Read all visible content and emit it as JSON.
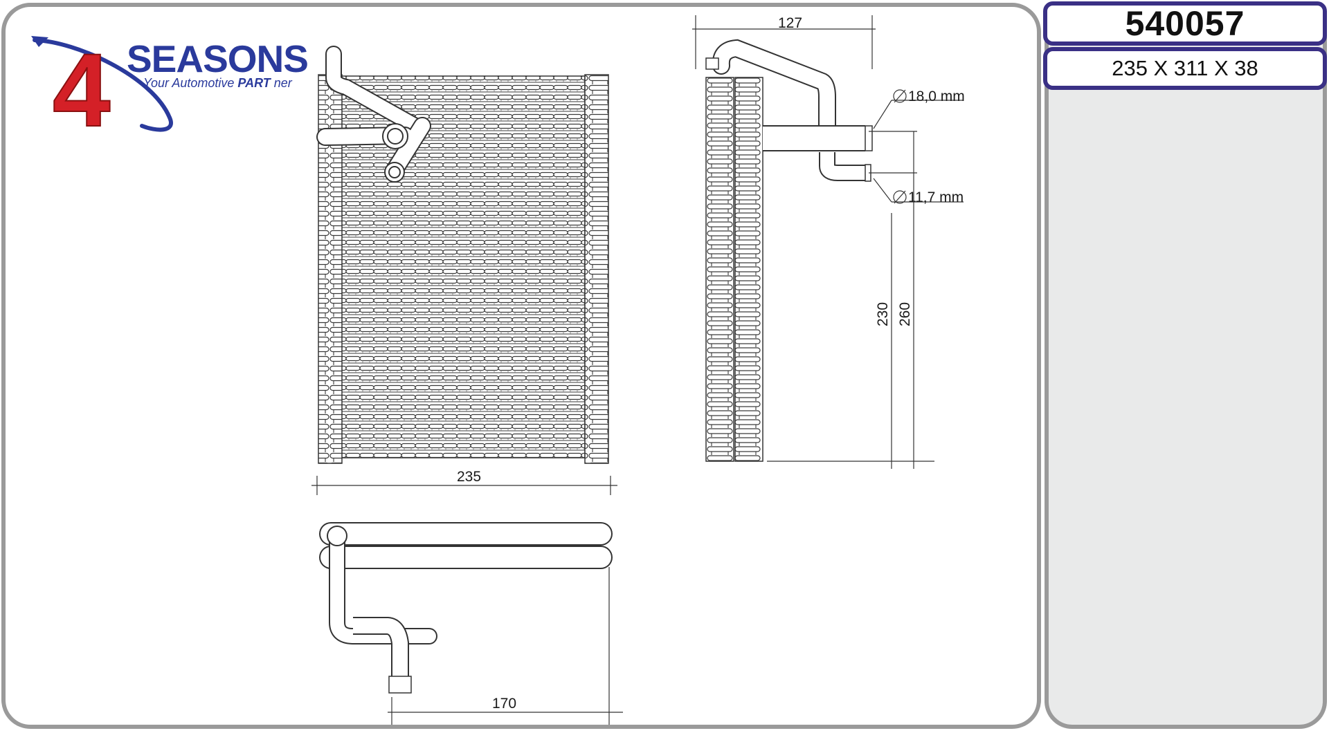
{
  "logo": {
    "digit": "4",
    "brand": "SEASONS",
    "tagline_pre": "Your Automotive ",
    "tagline_bold": "PART",
    "tagline_post": " ner"
  },
  "part": {
    "number": "540057",
    "dimensions": "235 X 311 X 38"
  },
  "drawing": {
    "front_width": "235",
    "side_depth": "127",
    "inlet_diameter": "18,0 mm",
    "outlet_diameter": "11,7 mm",
    "height_a": "230",
    "height_b": "260",
    "bottom_width": "170"
  },
  "colors": {
    "brand_blue": "#2a3a9c",
    "brand_red": "#d42027",
    "frame_gray": "#9a9a9a",
    "box_border": "#3a3085"
  }
}
